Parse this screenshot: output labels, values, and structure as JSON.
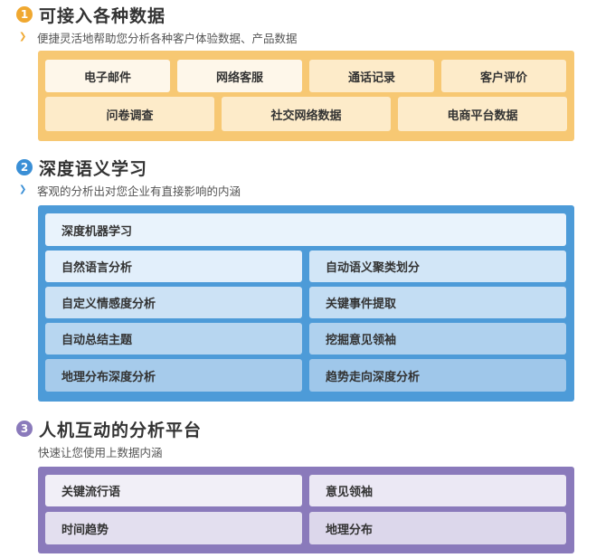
{
  "sections": [
    {
      "number": "1",
      "title": "可接入各种数据",
      "subtitle": "便捷灵活地帮助您分析各种客户体验数据、产品数据",
      "accent": "#f0a830",
      "panel_color": "#f7c873",
      "items": [
        "电子邮件",
        "网络客服",
        "通话记录",
        "客户评价",
        "问卷调查",
        "社交网络数据",
        "电商平台数据"
      ]
    },
    {
      "number": "2",
      "title": "深度语义学习",
      "subtitle": "客观的分析出对您企业有直接影响的内涵",
      "accent": "#3a8fd6",
      "panel_color": "#4d9bd8",
      "items": [
        "深度机器学习",
        "自然语言分析",
        "自动语义聚类划分",
        "自定义情感度分析",
        "关键事件提取",
        "自动总结主题",
        "挖掘意见领袖",
        "地理分布深度分析",
        "趋势走向深度分析"
      ]
    },
    {
      "number": "3",
      "title": "人机互动的分析平台",
      "subtitle": "快速让您使用上数据内涵",
      "accent": "#8a7abb",
      "panel_color": "#8a7abb",
      "items": [
        "关键流行语",
        "意见领袖",
        "时间趋势",
        "地理分布"
      ]
    }
  ]
}
